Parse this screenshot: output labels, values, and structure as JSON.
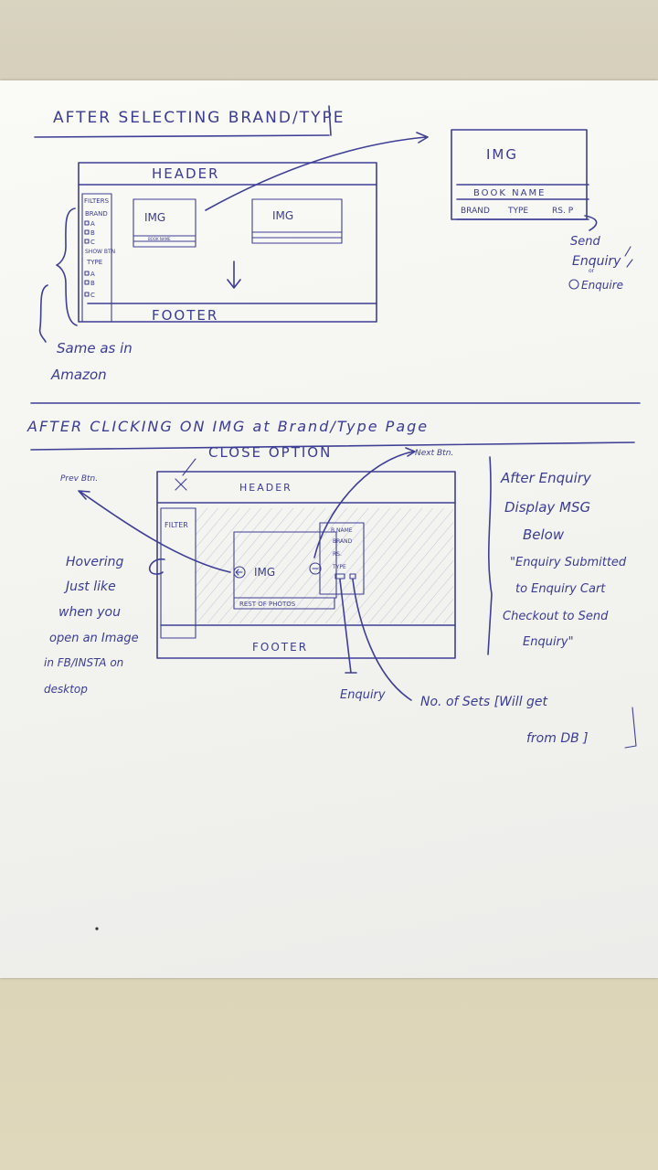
{
  "section1": {
    "title": "AFTER SELECTING BRAND/TYPE",
    "header": "HEADER",
    "footer": "FOOTER",
    "filters": {
      "title": "FILTERS",
      "brand": "BRAND",
      "brand_options": [
        "A",
        "B",
        "C"
      ],
      "show_btn": "SHOW BTN",
      "type": "TYPE",
      "type_options": [
        "A",
        "B",
        "C"
      ]
    },
    "card1_img": "IMG",
    "card1_name": "BOOK NAME",
    "card2_img": "IMG",
    "detail": {
      "img": "IMG",
      "book_name": "BOOK NAME",
      "brand": "BRAND",
      "type": "TYPE",
      "price": "RS. P"
    },
    "send_enquiry": [
      "Send",
      "Enquiry",
      "or",
      "Enquire"
    ],
    "same_as": [
      "Same as in",
      "Amazon"
    ]
  },
  "section2": {
    "title": "AFTER CLICKING ON IMG at Brand/Type Page",
    "close_option": "CLOSE OPTION",
    "next_btn": "Next Btn.",
    "prev_btn": "Prev Btn.",
    "header": "HEADER",
    "filter": "FILTER",
    "img": "IMG",
    "rest_of_photos": "REST OF PHOTOS",
    "side_labels": [
      "B NAME",
      "BRAND",
      "RS.",
      "TYPE"
    ],
    "footer": "FOOTER",
    "hovering_note": [
      "Hovering",
      "Just like",
      "when you",
      "open an Image",
      "in FB/INSTA on",
      "desktop"
    ],
    "enquiry": "Enquiry",
    "no_of_sets": [
      "No. of Sets [Will get",
      "from DB ]"
    ],
    "after_enquiry": [
      "After Enquiry",
      "Display MSG",
      "Below",
      "\"Enquiry Submitted",
      "to Enquiry Cart",
      "Checkout to Send",
      "Enquiry\""
    ]
  }
}
